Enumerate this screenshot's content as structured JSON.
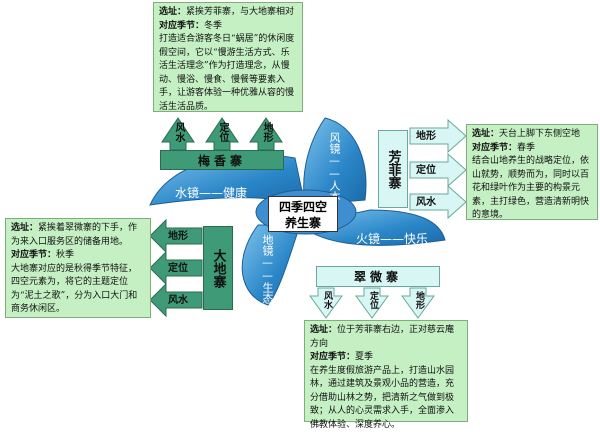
{
  "center": {
    "line1": "四季四空",
    "line2": "养生寨"
  },
  "mirrors": {
    "water": "水镜——健康",
    "wind": "风镜——人本",
    "fire": "火镜——快乐",
    "earth": "地镜——生态"
  },
  "villages": {
    "meixiang": {
      "name": "梅香寨",
      "arrows": [
        "风水",
        "定位",
        "地形"
      ],
      "note": {
        "loc_label": "选址：",
        "loc": "紧挨芳菲寨，与大地寨相对",
        "season_label": "对应季节：",
        "season": "冬季",
        "body": "打造适合游客冬日“蜗居”的休闲度假空间，它以“慢游生活方式、乐活生活理念”作为打造理念，从慢动、慢浴、慢食、慢餐等要素入手，让游客体验一种优雅从容的慢活生活品质。"
      }
    },
    "fangfei": {
      "name": "芳菲寨",
      "arrows": [
        "地形",
        "定位",
        "风水"
      ],
      "note": {
        "loc_label": "选址：",
        "loc": "天台上脚下东侧空地",
        "season_label": "对应季节：",
        "season": "春季",
        "body": "结合山地养生的战略定位，依山就势，顺势而为，同时以百花和绿叶作为主要的构景元素，主打绿色，营造清新明快的意境。"
      }
    },
    "dadi": {
      "name": "大地寨",
      "arrows": [
        "地形",
        "定位",
        "风水"
      ],
      "note": {
        "loc_label": "选址：",
        "loc": "紧挨着翠微寨的下手，作为来入口服务区的储备用地。",
        "season_label": "对应季节：",
        "season": "秋季",
        "body": "大地寨对应的是秋得季节特征，四空元素为，将它的主题定位为“泥土之歌”，分为入口大门和商务休闲区。"
      }
    },
    "cuiwei": {
      "name": "翠微寨",
      "arrows": [
        "风水",
        "定位",
        "地形"
      ],
      "note": {
        "loc_label": "选址：",
        "loc": "位于芳菲寨右边，正对慈云庵方向",
        "season_label": "对应季节：",
        "season": "夏季",
        "body": "在养生度假旅游产品上，打造山水园林，通过建筑及景观小品的营造，充分借助山林之势，把清新之气做到极致；从人的心灵需求入手，全面渗入佛教体验、深度养心。"
      }
    }
  },
  "colors": {
    "note_bg": "#c5f0c3",
    "blade": "#2a86c8",
    "arrow_green": "#3f9b77",
    "arrow_light": "#d8f7f4"
  }
}
